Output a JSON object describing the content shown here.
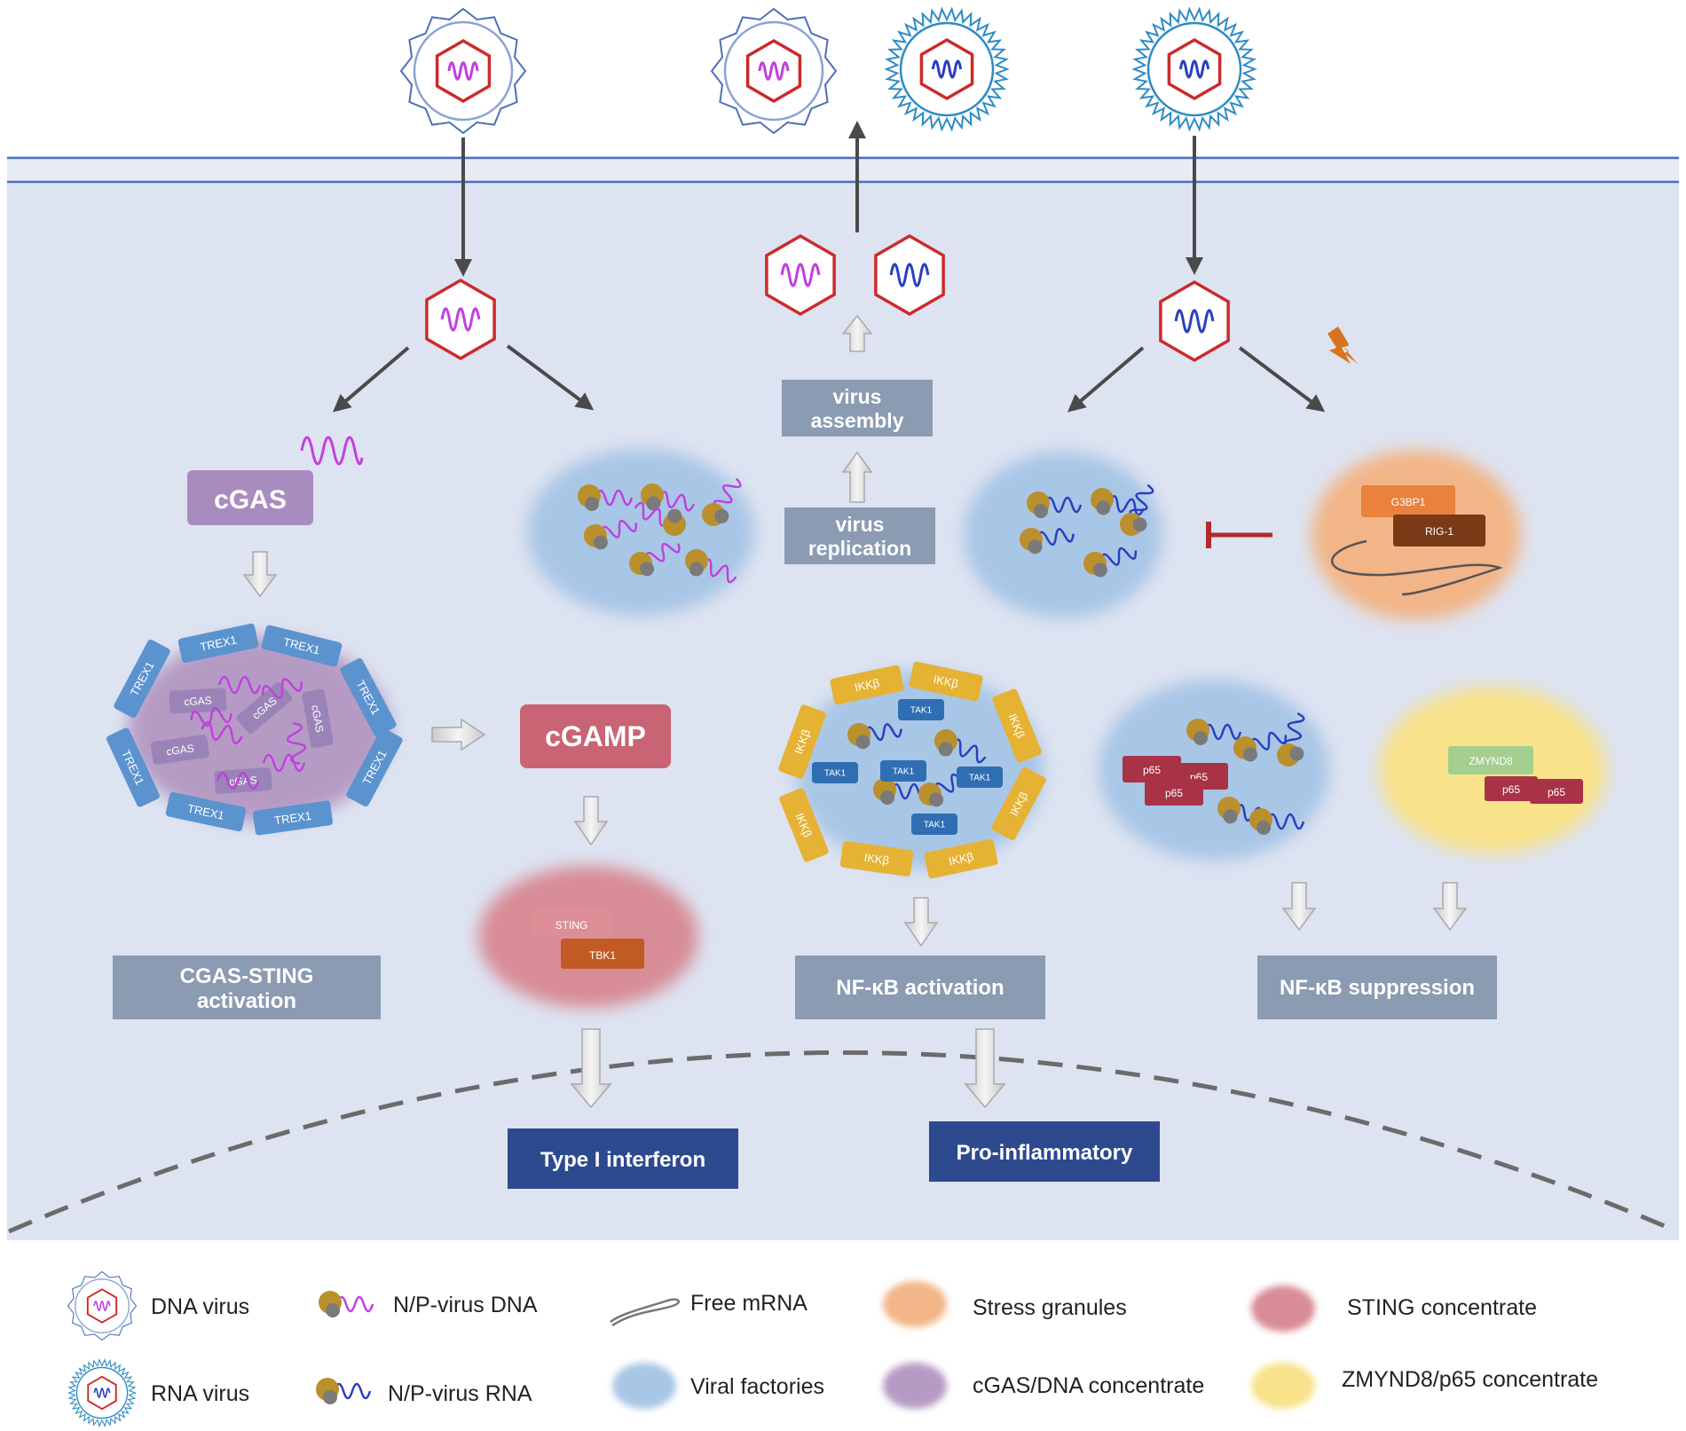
{
  "boxes": {
    "cgas_sting_activation": [
      "CGAS-STING",
      "activation"
    ],
    "virus_assembly": [
      "virus",
      "assembly"
    ],
    "virus_replication": [
      "virus",
      "replication"
    ],
    "nfkb_activation": "NF-κB activation",
    "nfkb_suppression": "NF-κB suppression",
    "type_i_interferon": "Type I interferon",
    "pro_inflammatory": "Pro-inflammatory"
  },
  "molecules": {
    "cgas": "cGAS",
    "cgamp": "cGAMP",
    "sting": "STING",
    "tbk1": "TBK1",
    "g3bp1": "G3BP1",
    "rig1": "RIG-1",
    "trex1": "TREX1",
    "cgas_small": "cGAS",
    "ikkb": "IKKβ",
    "tak1": "TAK1",
    "p65": "p65",
    "zmynd8": "ZMYND8"
  },
  "legend": {
    "dna_virus": "DNA virus",
    "rna_virus": "RNA virus",
    "np_dna": "N/P-virus DNA",
    "np_rna": "N/P-virus RNA",
    "free_mrna": "Free mRNA",
    "viral_factories": "Viral factories",
    "stress_granules": "Stress granules",
    "cgas_dna_concentrate": "cGAS/DNA concentrate",
    "sting_concentrate": "STING concentrate",
    "zmynd8_p65_concentrate": "ZMYND8/p65 concentrate"
  },
  "colors": {
    "cell": "#dde3f1",
    "membrane": "#4a6fc4",
    "gray_box": "#8a9bb2",
    "navy_box": "#2d4a8f",
    "virus_red": "#cc2a2a",
    "dna_magenta": "#c040e0",
    "rna_blue": "#2a3fbf",
    "cgas_purple": "#a98cbf",
    "cgamp_red": "#c86473",
    "trex1_blue": "#5b93cf",
    "ikk_gold": "#e6b233",
    "tak1_blue": "#2f6eb2",
    "p65_red": "#a83246",
    "zmynd8_green": "#a4cf8f",
    "viral_factory": "#a8c6e6",
    "stress_granule": "#f2b587",
    "sting_concentrate": "#d88c96",
    "zmynd8_concentrate": "#f8e28a",
    "cgas_concentrate": "#b59bc4"
  }
}
